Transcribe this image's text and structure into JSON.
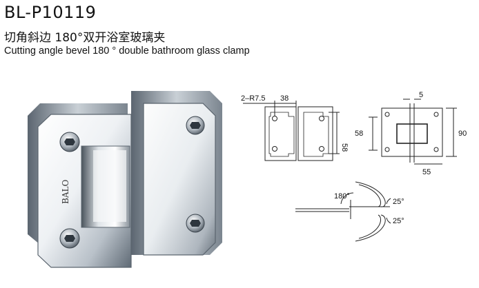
{
  "header": {
    "model": "BL-P10119",
    "title_cn": "切角斜边 180°双开浴室玻璃夹",
    "title_en": "Cutting angle bevel 180 ° double bathroom glass clamp"
  },
  "product_photo": {
    "brand": "BALO"
  },
  "drawing_front": {
    "radius_label": "2–R7.5",
    "width_label": "38",
    "height_label": "58"
  },
  "drawing_side": {
    "gap_label": "5",
    "inner_height_label": "58",
    "outer_height_label": "90",
    "depth_label": "55"
  },
  "drawing_rotation": {
    "angle_label": "180°",
    "upper_angle_label": "25°",
    "lower_angle_label": "25°"
  },
  "colors": {
    "metal_light": "#f2f4f6",
    "metal_dark": "#6f7a85",
    "line": "#222222"
  }
}
